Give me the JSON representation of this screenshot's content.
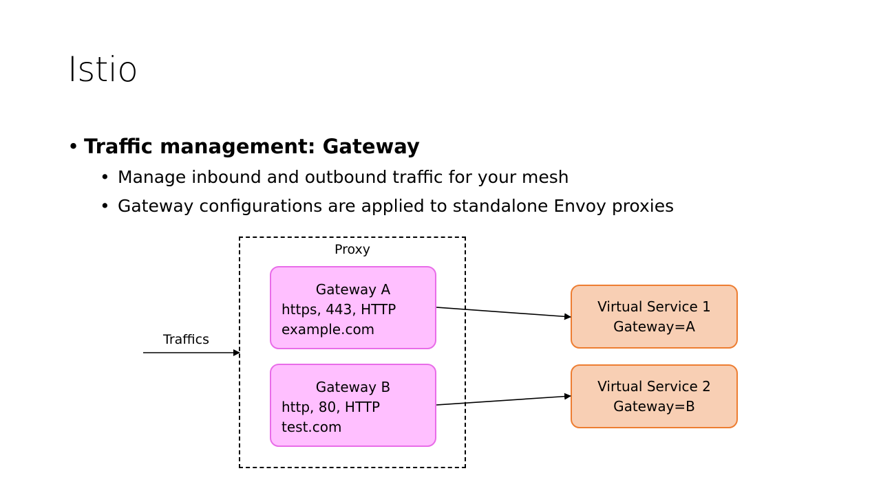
{
  "slide": {
    "title": "Istio",
    "bullets": {
      "main": "Traffic management: Gateway",
      "sub1": "Manage inbound and outbound traffic for your mesh",
      "sub2": "Gateway configurations are applied to standalone Envoy proxies"
    },
    "bullet_glyph": "•"
  },
  "diagram": {
    "proxy_label": "Proxy",
    "traffic_label": "Traffics",
    "gateway_a": {
      "title": "Gateway A",
      "line1": "https, 443, HTTP",
      "line2": "example.com"
    },
    "gateway_b": {
      "title": "Gateway B",
      "line1": "http, 80, HTTP",
      "line2": "test.com"
    },
    "virtual_service_1": {
      "title": "Virtual Service 1",
      "line1": "Gateway=A"
    },
    "virtual_service_2": {
      "title": "Virtual Service 2",
      "line1": "Gateway=B"
    },
    "colors": {
      "gateway_fill": "#ffbfff",
      "gateway_border": "#e86ce8",
      "service_fill": "#f8cfb4",
      "service_border": "#ed7d31"
    }
  }
}
